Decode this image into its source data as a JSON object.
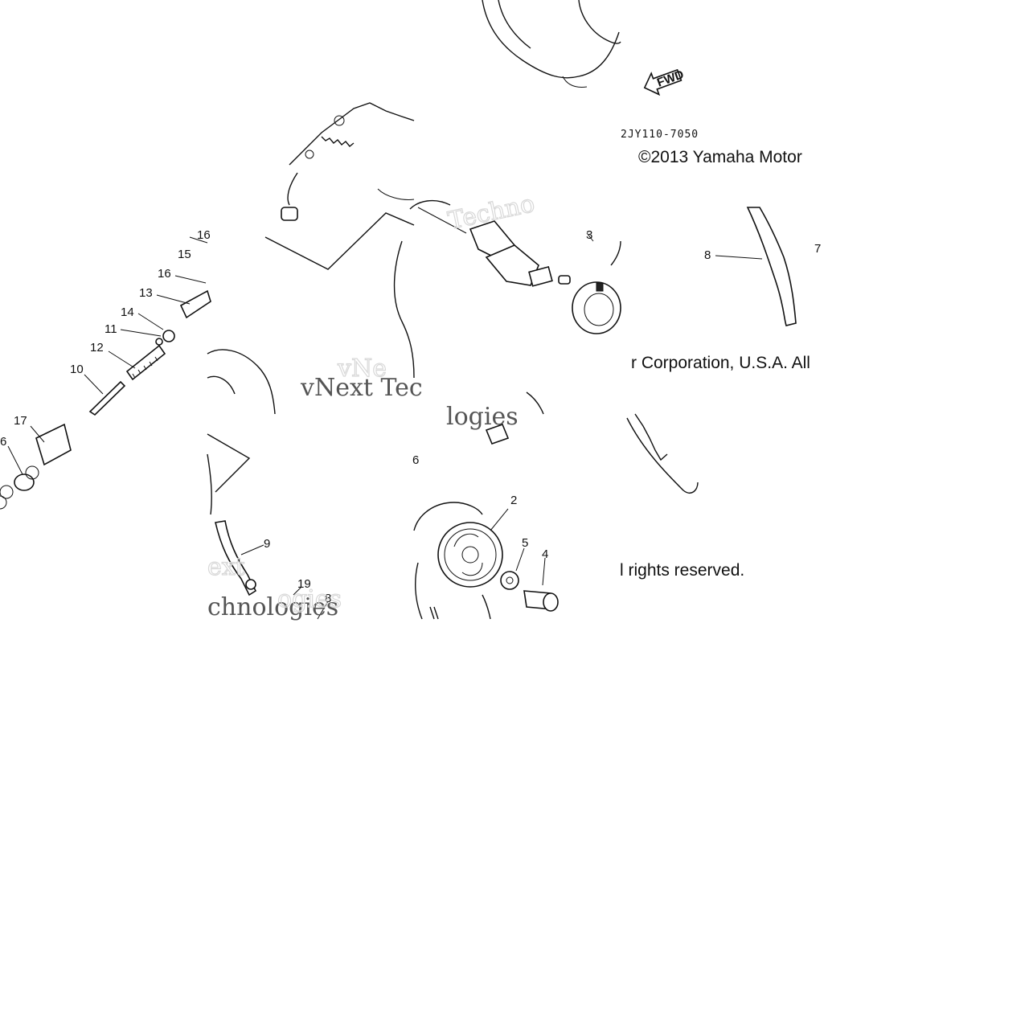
{
  "diagram": {
    "part_code": "2JY110-7050",
    "fwd_label": "FWD",
    "copyright": {
      "fragment_1": "©2013 Yamaha Motor",
      "fragment_2": "r Corporation, U.S.A. All",
      "fragment_3": "l rights reserved."
    },
    "watermark": {
      "text_1": "vNext Tec",
      "text_2": "vNe",
      "text_3": "Techno",
      "text_4": "logies",
      "text_5": "chnologies",
      "text_6": "ext",
      "text_7": "ogies"
    },
    "callouts": {
      "c1": "17",
      "c2": "6",
      "c3": "16",
      "c4": "15",
      "c5": "16",
      "c6": "13",
      "c7": "14",
      "c8": "11",
      "c9": "12",
      "c10": "10",
      "c11": "3",
      "c12": "8",
      "c13": "7",
      "c14": "6",
      "c15": "2",
      "c16": "5",
      "c17": "4",
      "c18": "9",
      "c19": "19",
      "c20": "8"
    }
  }
}
